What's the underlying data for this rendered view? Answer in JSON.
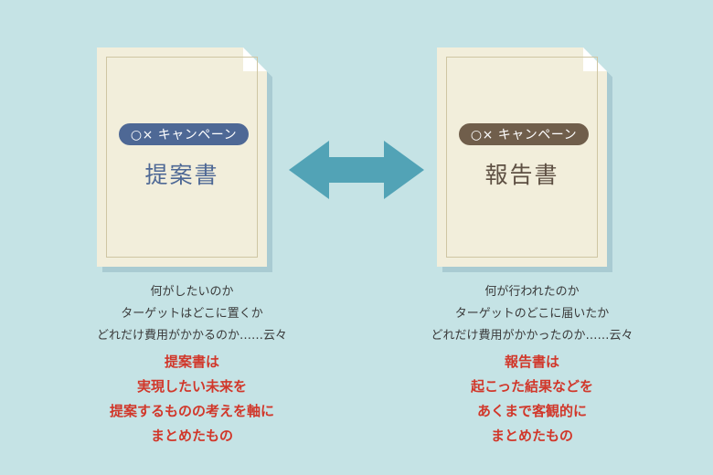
{
  "colors": {
    "background": "#c5e3e5",
    "proposal_accent": "#4e6895",
    "report_accent": "#705e4b",
    "arrow": "#52a3b6",
    "summary_text": "#d1372a"
  },
  "proposal": {
    "badge": "○× キャンペーン",
    "title": "提案書",
    "description": [
      "何がしたいのか",
      "ターゲットはどこに置くか",
      "どれだけ費用がかかるのか……云々"
    ],
    "summary": [
      "提案書は",
      "実現したい未来を",
      "提案するものの考えを軸に",
      "まとめたもの"
    ]
  },
  "report": {
    "badge": "○× キャンペーン",
    "title": "報告書",
    "description": [
      "何が行われたのか",
      "ターゲットのどこに届いたか",
      "どれだけ費用がかかったのか……云々"
    ],
    "summary": [
      "報告書は",
      "起こった結果などを",
      "あくまで客観的に",
      "まとめたもの"
    ]
  },
  "connector": {
    "icon": "double-arrow-icon"
  }
}
